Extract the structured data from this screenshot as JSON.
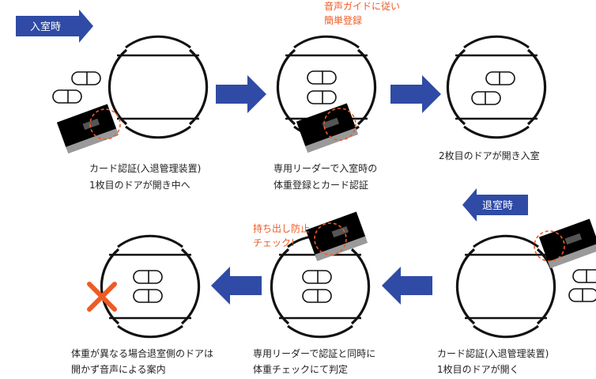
{
  "colors": {
    "arrow": "#2f4ba6",
    "accent": "#f05a23",
    "outline": "#111111",
    "card": "#000000",
    "card_stripe": "#9a9a9a"
  },
  "entry_label": "入室時",
  "exit_label": "退室時",
  "voice_guide": {
    "line1": "音声ガイドに従い",
    "line2": "簡単登録"
  },
  "carry_check": {
    "line1": "持ち出し防止",
    "line2": "チェック!"
  },
  "captions": {
    "c1": {
      "line1": "カード認証(入退管理装置)",
      "line2": "1枚目のドアが開き中へ"
    },
    "c2": {
      "line1": "専用リーダーで入室時の",
      "line2": "体重登録とカード認証"
    },
    "c3": {
      "line1": "2枚目のドアが開き入室"
    },
    "c4": {
      "line1": "カード認証(入退管理装置)",
      "line2": "1枚目のドアが開く"
    },
    "c5": {
      "line1": "専用リーダーで認証と同時に",
      "line2": "体重チェックにて判定"
    },
    "c6": {
      "line1": "体重が異なる場合退室側のドアは",
      "line2": "開かず音声による案内"
    }
  },
  "icons": [
    "booth-icon",
    "footprints-icon",
    "card-reader-icon",
    "flow-arrow-icon",
    "cross-icon"
  ]
}
